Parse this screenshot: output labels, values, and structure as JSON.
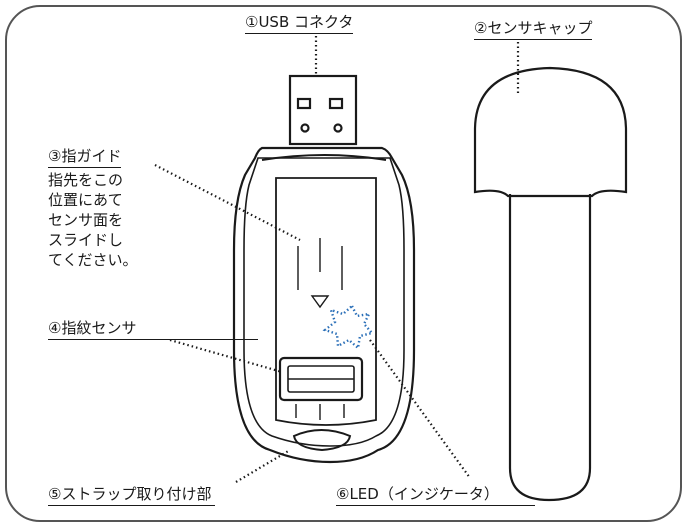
{
  "labels": {
    "usb_connector": "①USB コネクタ",
    "sensor_cap": "②センサキャップ",
    "finger_guide": "③指ガイド",
    "finger_guide_desc": [
      "指先をこの",
      "位置にあて",
      "センサ面を",
      "スライドし",
      "てください。"
    ],
    "fingerprint_sensor": "④指紋センサ",
    "strap_attachment": "⑤ストラップ取り付け部",
    "led_indicator": "⑥LED（インジケータ）"
  },
  "colors": {
    "outline": "#1a1a1a",
    "led_dots": "#2a6fb8",
    "frame": "#555555"
  },
  "icons": {
    "guide_arrow": "triangle-down-icon"
  }
}
